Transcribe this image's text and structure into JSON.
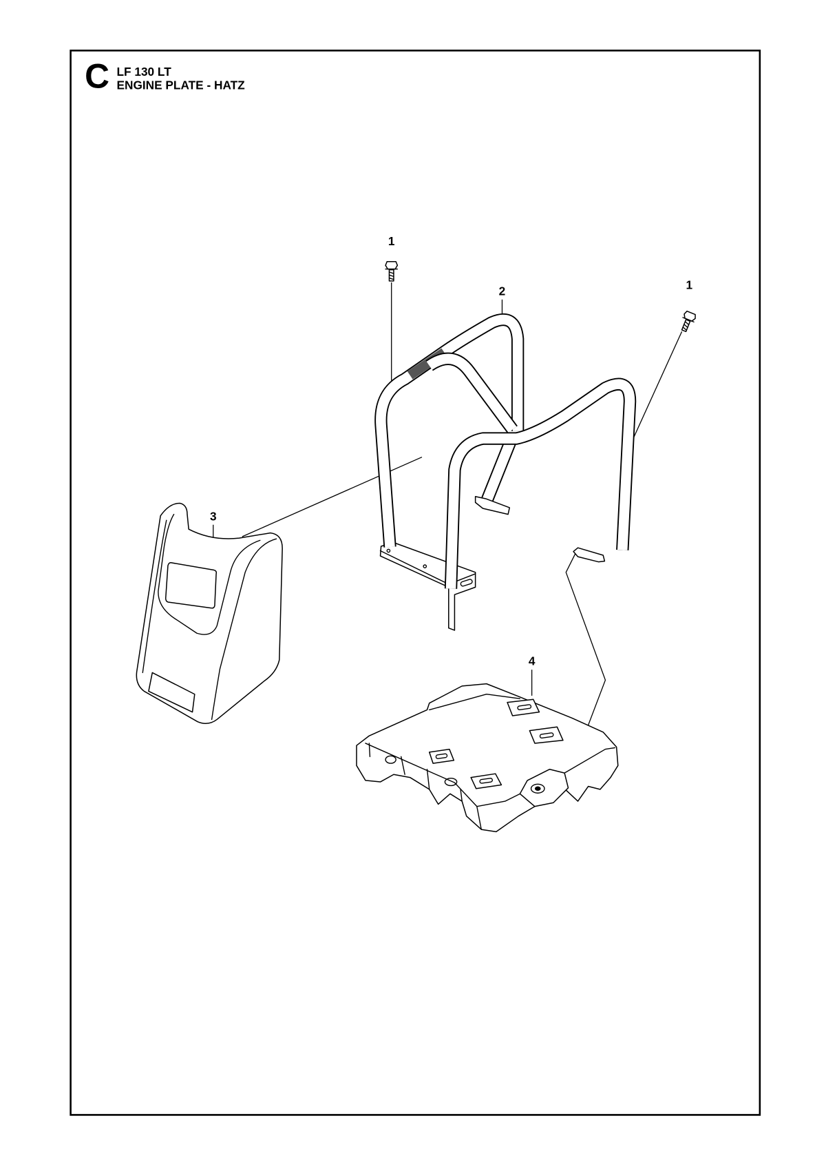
{
  "header": {
    "section_letter": "C",
    "model": "LF 130 LT",
    "title": "ENGINE PLATE - HATZ"
  },
  "callouts": [
    {
      "label": "1"
    },
    {
      "label": "2"
    },
    {
      "label": "1"
    },
    {
      "label": "3"
    },
    {
      "label": "4"
    }
  ],
  "colors": {
    "line": "#000000",
    "background": "#ffffff",
    "grip_shade": "#555555"
  }
}
